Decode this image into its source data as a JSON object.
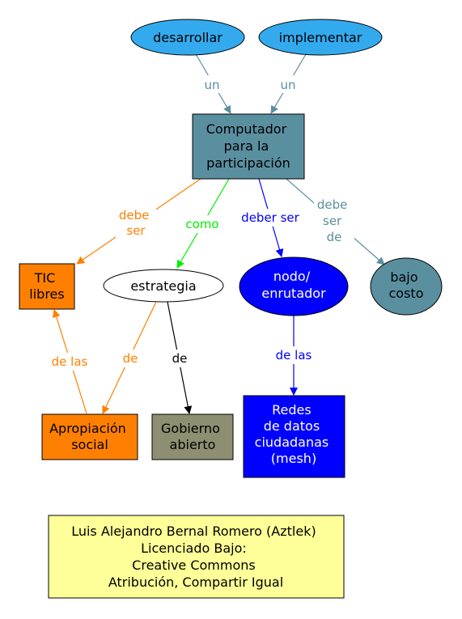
{
  "nodes": {
    "desarrollar": {
      "label": "desarrollar"
    },
    "implementar": {
      "label": "implementar"
    },
    "computador": {
      "lines": [
        "Computador",
        "para la",
        "participación"
      ]
    },
    "tic": {
      "lines": [
        "TIC",
        "libres"
      ]
    },
    "estrategia": {
      "label": "estrategia"
    },
    "nodo": {
      "lines": [
        "nodo/",
        "enrutador"
      ]
    },
    "bajo_costo": {
      "lines": [
        "bajo",
        "costo"
      ]
    },
    "apropiacion": {
      "lines": [
        "Apropiación",
        "social"
      ]
    },
    "gobierno": {
      "lines": [
        "Gobierno",
        "abierto"
      ]
    },
    "redes": {
      "lines": [
        "Redes",
        "de datos",
        "ciudadanas",
        "(mesh)"
      ]
    }
  },
  "edges": {
    "un_left": {
      "lines": [
        "un"
      ]
    },
    "un_right": {
      "lines": [
        "un"
      ]
    },
    "debe_ser": {
      "lines": [
        "debe",
        "ser"
      ]
    },
    "como": {
      "lines": [
        "como"
      ]
    },
    "deber_ser": {
      "lines": [
        "deber ser"
      ]
    },
    "debe_ser_de": {
      "lines": [
        "debe",
        "ser",
        "de"
      ]
    },
    "de_las_left": {
      "lines": [
        "de las"
      ]
    },
    "de_orange": {
      "lines": [
        "de"
      ]
    },
    "de_black": {
      "lines": [
        "de"
      ]
    },
    "de_las_blue": {
      "lines": [
        "de las"
      ]
    }
  },
  "license": {
    "lines": [
      "Luis Alejandro Bernal Romero (Aztlek)",
      "Licenciado Bajo:",
      "Creative Commons",
      "Atribución, Compartir Igual"
    ]
  },
  "colors": {
    "light_blue": "#33aaee",
    "teal": "#5a8fa0",
    "orange": "#ff8000",
    "green": "#00ee00",
    "blue": "#0000ff",
    "olive": "#8e8e72",
    "license_bg": "#ffff99",
    "edge_teal_text": "#5b8d9e"
  }
}
